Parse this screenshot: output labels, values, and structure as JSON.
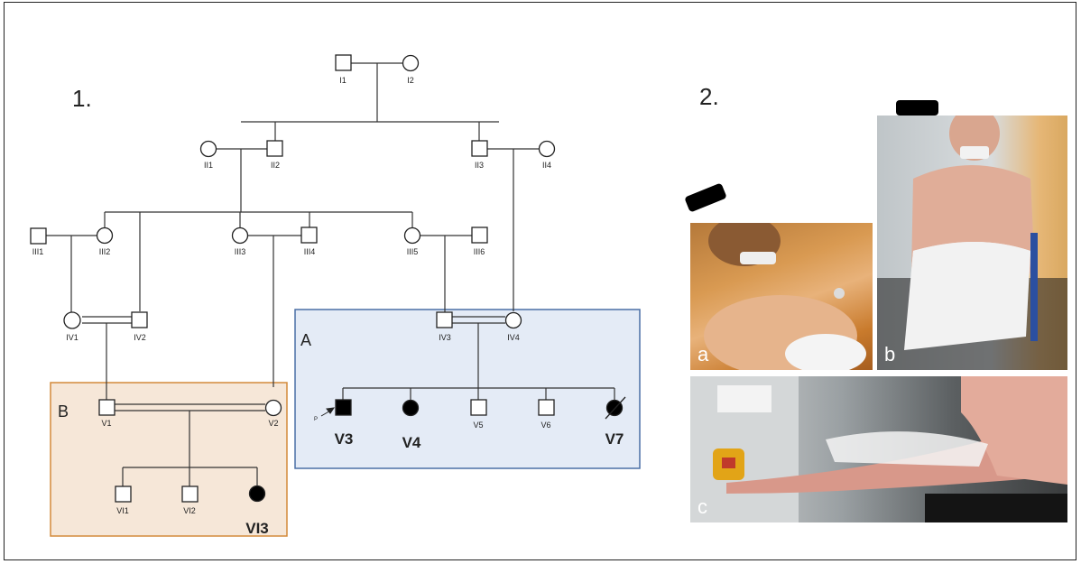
{
  "panel_labels": {
    "pedigree": "1.",
    "photos": "2."
  },
  "boxes": {
    "A": "A",
    "B": "B"
  },
  "individuals": {
    "I1": "I1",
    "I2": "I2",
    "II1": "II1",
    "II2": "II2",
    "II3": "II3",
    "II4": "II4",
    "III1": "III1",
    "III2": "III2",
    "III3": "III3",
    "III4": "III4",
    "III5": "III5",
    "III6": "III6",
    "IV1": "IV1",
    "IV2": "IV2",
    "IV3": "IV3",
    "IV4": "IV4",
    "V1": "V1",
    "V2": "V2",
    "V3": "V3",
    "V4": "V4",
    "V5": "V5",
    "V6": "V6",
    "V7": "V7",
    "VI1": "VI1",
    "VI2": "VI2",
    "VI3": "VI3"
  },
  "affected": [
    "V3",
    "V4",
    "V7",
    "VI3"
  ],
  "deceased": [
    "V7"
  ],
  "proband": {
    "id": "V3",
    "marker": "P"
  },
  "photos": {
    "a": "a",
    "b": "b",
    "c": "c"
  },
  "colors": {
    "box_A_fill": "#e4ebf6",
    "box_A_stroke": "#4a6fa5",
    "box_B_fill": "#f6e7d8",
    "box_B_stroke": "#d48a3a",
    "affected_fill": "#000000",
    "line": "#333333"
  }
}
